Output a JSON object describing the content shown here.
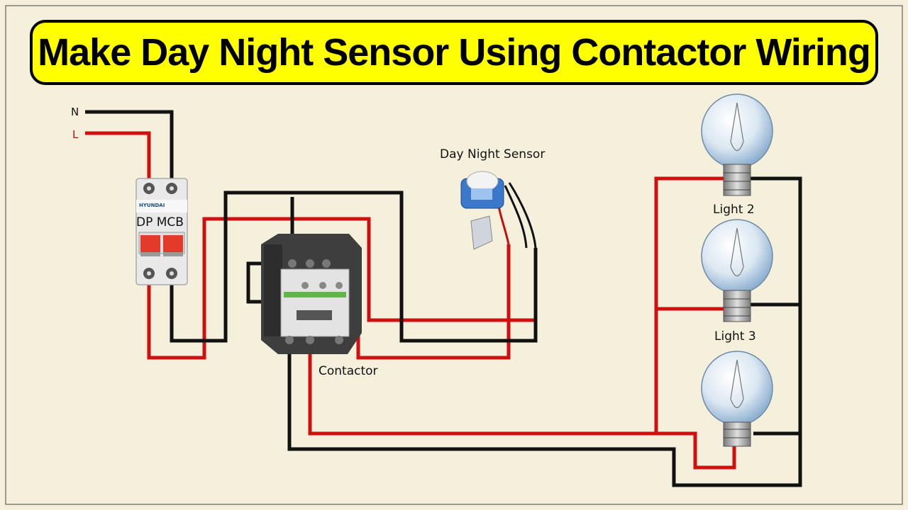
{
  "title": "Make Day Night Sensor Using Contactor Wiring",
  "labels": {
    "neutral": "N",
    "live": "L",
    "mcb": "DP MCB",
    "mcb_brand": "HYUNDAI",
    "sensor": "Day Night Sensor",
    "contactor": "Contactor",
    "light2": "Light  2",
    "light3": "Light  3"
  },
  "colors": {
    "background": "#f5f0dc",
    "title_fill": "#ffff00",
    "live_wire": "#d01010",
    "neutral_wire": "#111111"
  }
}
